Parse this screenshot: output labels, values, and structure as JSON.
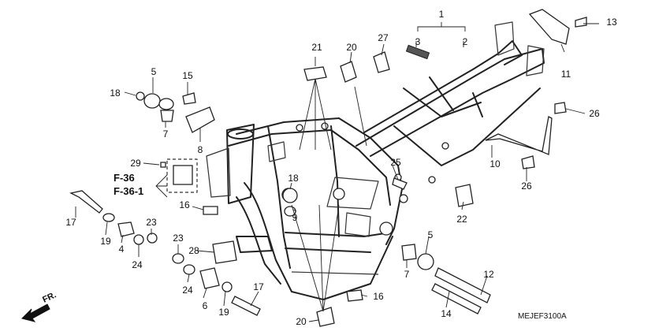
{
  "diagram_code": "MEJEF3100A",
  "front_indicator": "FR.",
  "refs": [
    "F-36",
    "F-36-1"
  ],
  "callouts": [
    {
      "id": "c1",
      "text": "1"
    },
    {
      "id": "c2",
      "text": "2"
    },
    {
      "id": "c3",
      "text": "3"
    },
    {
      "id": "c4",
      "text": "4"
    },
    {
      "id": "c5a",
      "text": "5"
    },
    {
      "id": "c5b",
      "text": "5"
    },
    {
      "id": "c6",
      "text": "6"
    },
    {
      "id": "c7a",
      "text": "7"
    },
    {
      "id": "c7b",
      "text": "7"
    },
    {
      "id": "c8",
      "text": "8"
    },
    {
      "id": "c9",
      "text": "9"
    },
    {
      "id": "c10",
      "text": "10"
    },
    {
      "id": "c11",
      "text": "11"
    },
    {
      "id": "c12",
      "text": "12"
    },
    {
      "id": "c13",
      "text": "13"
    },
    {
      "id": "c14",
      "text": "14"
    },
    {
      "id": "c15",
      "text": "15"
    },
    {
      "id": "c16a",
      "text": "16"
    },
    {
      "id": "c16b",
      "text": "16"
    },
    {
      "id": "c17a",
      "text": "17"
    },
    {
      "id": "c17b",
      "text": "17"
    },
    {
      "id": "c18a",
      "text": "18"
    },
    {
      "id": "c18b",
      "text": "18"
    },
    {
      "id": "c19a",
      "text": "19"
    },
    {
      "id": "c19b",
      "text": "19"
    },
    {
      "id": "c20a",
      "text": "20"
    },
    {
      "id": "c20b",
      "text": "20"
    },
    {
      "id": "c21",
      "text": "21"
    },
    {
      "id": "c22",
      "text": "22"
    },
    {
      "id": "c23a",
      "text": "23"
    },
    {
      "id": "c23b",
      "text": "23"
    },
    {
      "id": "c24a",
      "text": "24"
    },
    {
      "id": "c24b",
      "text": "24"
    },
    {
      "id": "c25",
      "text": "25"
    },
    {
      "id": "c26a",
      "text": "26"
    },
    {
      "id": "c26b",
      "text": "26"
    },
    {
      "id": "c27",
      "text": "27"
    },
    {
      "id": "c28",
      "text": "28"
    },
    {
      "id": "c29",
      "text": "29"
    }
  ]
}
